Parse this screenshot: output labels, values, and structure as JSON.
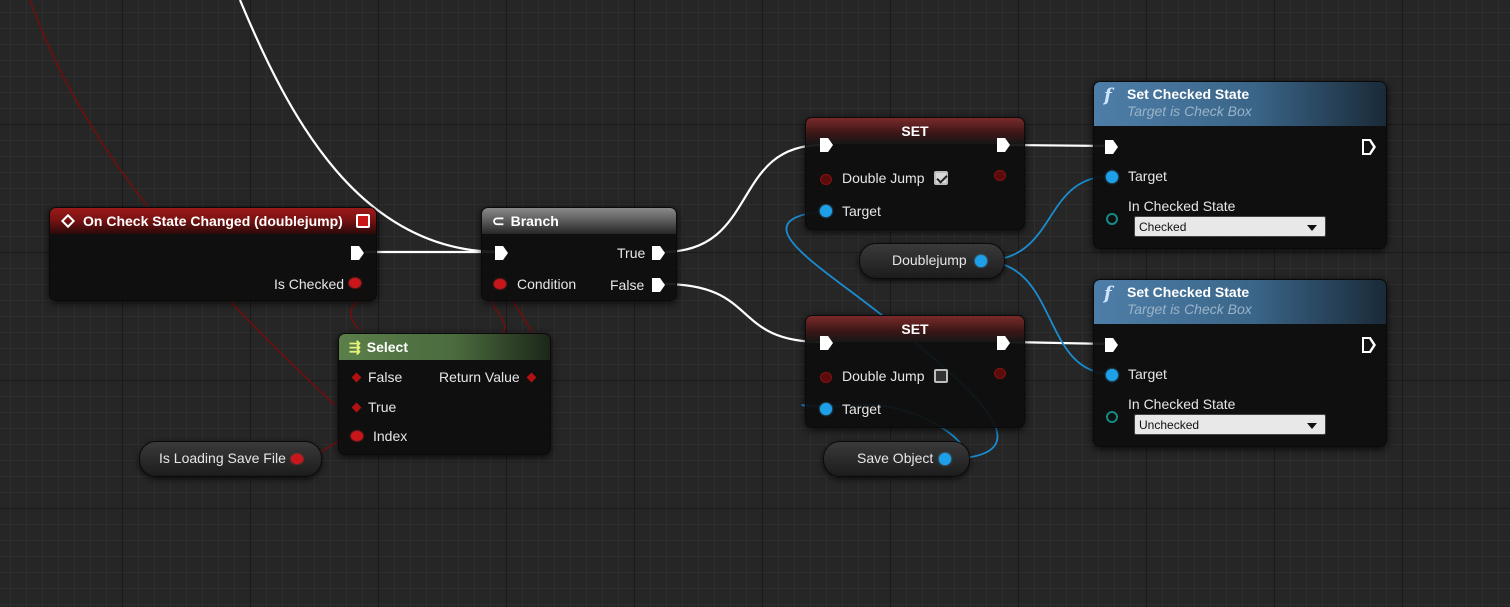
{
  "event_node": {
    "title": "On Check State Changed (doublejump)",
    "pin_is_checked": "Is Checked"
  },
  "branch_node": {
    "title": "Branch",
    "pin_condition": "Condition",
    "pin_true": "True",
    "pin_false": "False"
  },
  "select_node": {
    "title": "Select",
    "pin_false": "False",
    "pin_true": "True",
    "pin_index": "Index",
    "pin_return": "Return Value"
  },
  "is_loading_var": {
    "label": "Is Loading Save File"
  },
  "set_node_top": {
    "title": "SET",
    "var_label": "Double Jump",
    "checked": true,
    "target_label": "Target"
  },
  "set_node_bottom": {
    "title": "SET",
    "var_label": "Double Jump",
    "checked": false,
    "target_label": "Target"
  },
  "doublejump_var": {
    "label": "Doublejump"
  },
  "save_object_var": {
    "label": "Save Object"
  },
  "set_checked_top": {
    "title": "Set Checked State",
    "subtitle": "Target is Check Box",
    "target_label": "Target",
    "state_label": "In Checked State",
    "state_value": "Checked"
  },
  "set_checked_bottom": {
    "title": "Set Checked State",
    "subtitle": "Target is Check Box",
    "target_label": "Target",
    "state_label": "In Checked State",
    "state_value": "Unchecked"
  },
  "colors": {
    "exec_wire": "#ffffff",
    "bool_wire": "#7a1010",
    "object_wire": "#1a8ccf",
    "background": "#262626"
  }
}
